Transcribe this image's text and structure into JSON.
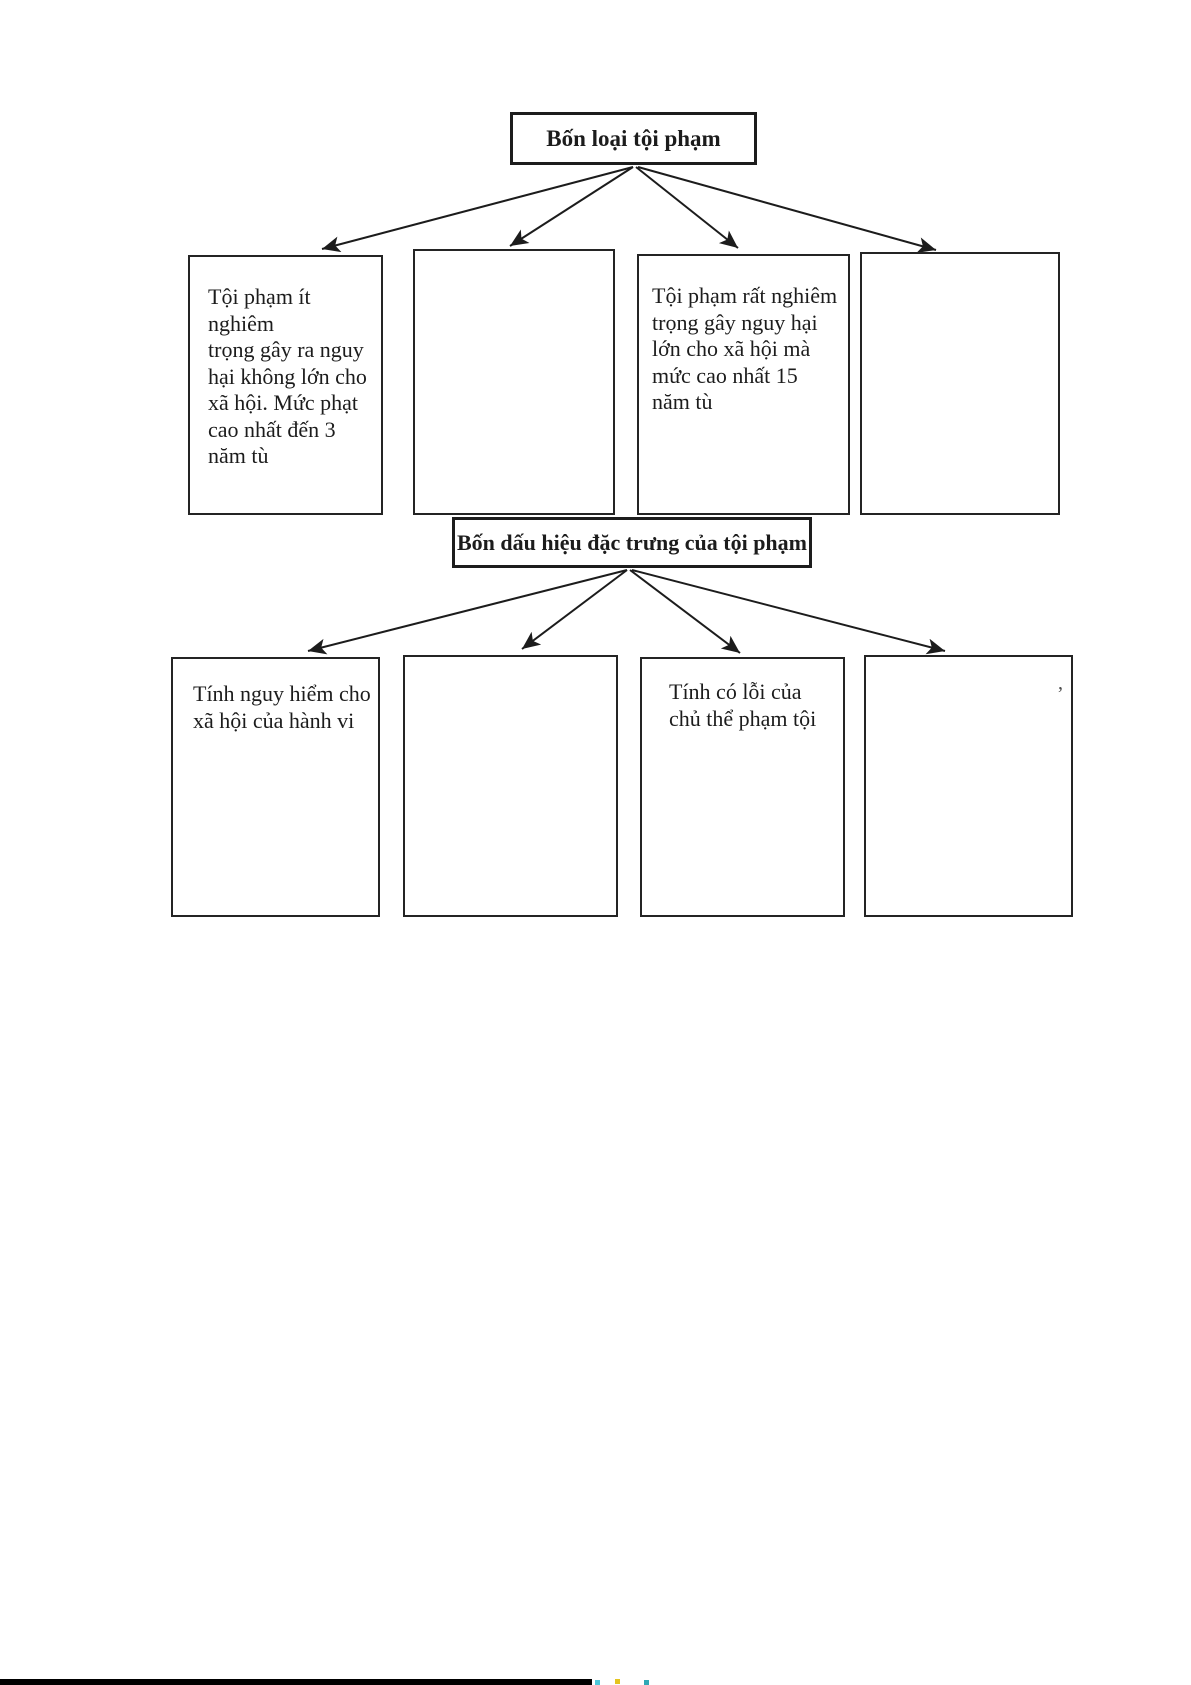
{
  "page": {
    "background": "#ffffff",
    "ink_color": "#1c1c1c"
  },
  "diagram_top": {
    "title": "Bốn loại tội phạm",
    "boxes": [
      {
        "lines": [
          "Tội phạm ít nghiêm",
          "trọng gây ra nguy",
          "hại không lớn cho",
          "xã hội. Mức phạt",
          "cao nhất đến 3",
          "năm tù"
        ]
      },
      {
        "lines": []
      },
      {
        "lines": [
          "Tội phạm rất nghiêm",
          "trọng gây nguy hại",
          "lớn cho xã hội mà",
          "mức cao nhất 15",
          "năm tù"
        ]
      },
      {
        "lines": []
      }
    ]
  },
  "diagram_bottom": {
    "title": "Bốn dấu hiệu đặc trưng của tội phạm",
    "boxes": [
      {
        "lines": [
          "Tính nguy hiểm cho",
          "xã hội của hành vi"
        ]
      },
      {
        "lines": []
      },
      {
        "lines": [
          "Tính có lỗi của",
          "chủ thể phạm tội"
        ]
      },
      {
        "lines": []
      }
    ]
  },
  "artifacts": {
    "comma_speck": ",",
    "bottom_bar_color": "#000000",
    "speck_colors": [
      "#4cc7d9",
      "#e4c41f",
      "#2fa8b5"
    ]
  }
}
